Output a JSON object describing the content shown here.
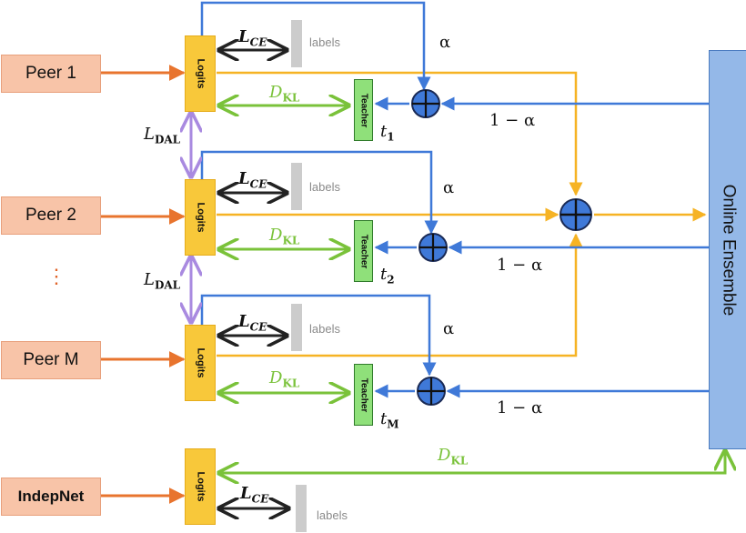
{
  "peers": [
    {
      "name": "Peer 1"
    },
    {
      "name": "Peer 2"
    },
    {
      "name": "Peer M"
    }
  ],
  "ellipsis": "⋮",
  "indepnet": {
    "name": "IndepNet"
  },
  "logits_label": "Logits",
  "teacher_label": "Teacher",
  "labels_text": "labels",
  "ensemble_label": "Online Ensemble",
  "loss_ce": {
    "main": "L",
    "sub": "CE"
  },
  "loss_kl": {
    "main": "D",
    "sub": "KL"
  },
  "loss_dal": {
    "main": "L",
    "sub": "DAL"
  },
  "alpha": "α",
  "one_minus_alpha": "1 − α",
  "teachers": [
    {
      "main": "t",
      "sub": "1"
    },
    {
      "main": "t",
      "sub": "2"
    },
    {
      "main": "t",
      "sub": "M"
    }
  ],
  "colors": {
    "peer_fill": "#f8c4a8",
    "peer_arrow": "#e8742e",
    "logits_fill": "#f8c83a",
    "teacher_fill": "#8fe07a",
    "ensemble_fill": "#94b8e8",
    "blue_flow": "#3f79d8",
    "yellow_flow": "#f6b324",
    "green_kl": "#7ac23a",
    "purple_dal": "#a98ae0",
    "labels_gray": "#cccccc"
  }
}
